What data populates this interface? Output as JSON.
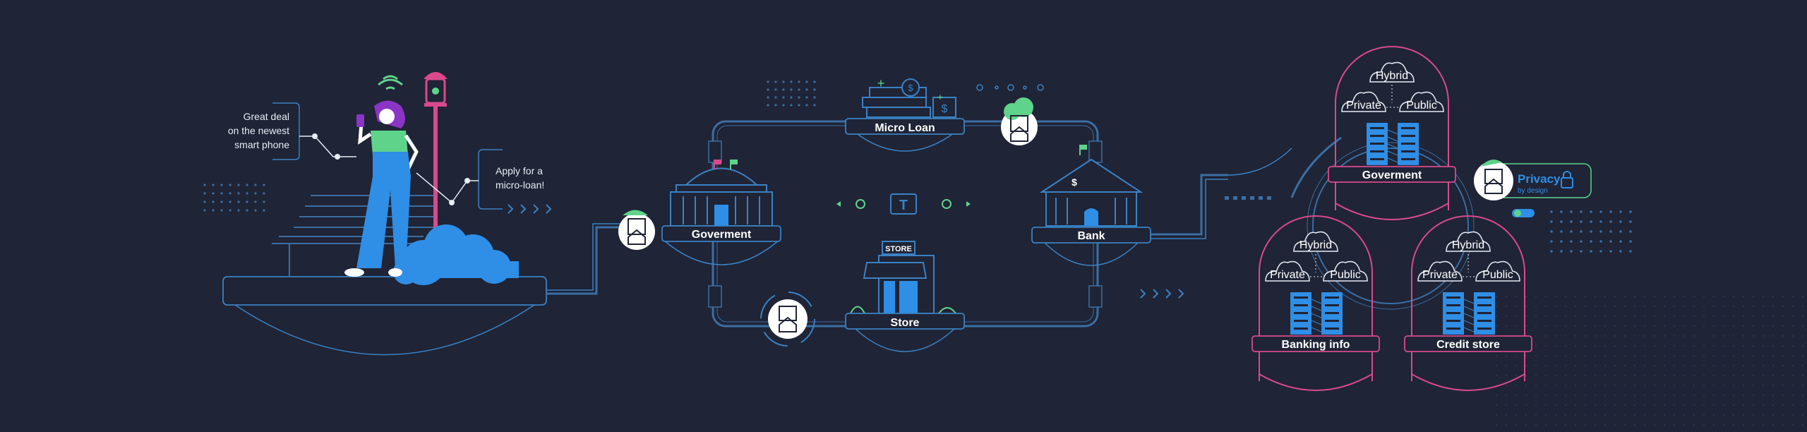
{
  "left_notes": {
    "deal": [
      "Great deal",
      "on the newest",
      "smart phone"
    ],
    "loan": [
      "Apply for a",
      "micro-loan!"
    ]
  },
  "nodes": {
    "government": "Goverment",
    "micro_loan": "Micro Loan",
    "bank": "Bank",
    "store": "Store",
    "store_sign": "STORE",
    "bank_sign": "$"
  },
  "cloud_groups": [
    {
      "name": "Goverment",
      "hybrid": "Hybrid",
      "private": "Private",
      "public": "Public"
    },
    {
      "name": "Banking info",
      "hybrid": "Hybrid",
      "private": "Private",
      "public": "Public"
    },
    {
      "name": "Credit store",
      "hybrid": "Hybrid",
      "private": "Private",
      "public": "Public"
    }
  ],
  "privacy": {
    "title": "Privacy",
    "subtitle": "by design"
  },
  "colors": {
    "background": "#1f2436",
    "line": "#3b82c4",
    "accent_blue": "#2f8ee5",
    "accent_pink": "#d94a8c",
    "accent_green": "#5fd38a"
  }
}
